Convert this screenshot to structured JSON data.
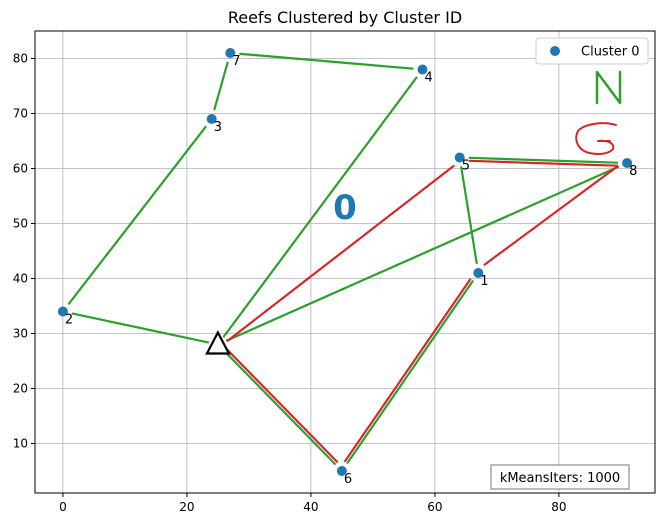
{
  "chart_data": {
    "type": "scatter",
    "title": "Reefs Clustered by Cluster ID",
    "xlabel": "",
    "ylabel": "",
    "xlim": [
      -4.5,
      95.5
    ],
    "ylim": [
      1,
      85
    ],
    "xticks": [
      0,
      20,
      40,
      60,
      80
    ],
    "yticks": [
      10,
      20,
      30,
      40,
      50,
      60,
      70,
      80
    ],
    "grid": true,
    "legend": {
      "placement": "top-right",
      "entries": [
        "Cluster 0"
      ]
    },
    "series": [
      {
        "name": "Cluster 0",
        "color": "#1f77b4",
        "points": [
          {
            "label": "1",
            "x": 67,
            "y": 41
          },
          {
            "label": "2",
            "x": 0,
            "y": 34
          },
          {
            "label": "3",
            "x": 24,
            "y": 69
          },
          {
            "label": "4",
            "x": 58,
            "y": 78
          },
          {
            "label": "5",
            "x": 64,
            "y": 62
          },
          {
            "label": "6",
            "x": 45,
            "y": 5
          },
          {
            "label": "7",
            "x": 27,
            "y": 81
          },
          {
            "label": "8",
            "x": 91,
            "y": 61
          }
        ]
      }
    ],
    "depot": {
      "marker": "triangle",
      "x": 25,
      "y": 28
    },
    "green_route": [
      [
        25,
        28
      ],
      [
        0,
        34
      ],
      [
        24,
        69
      ],
      [
        27,
        81
      ],
      [
        58,
        78
      ],
      [
        25,
        28
      ],
      [
        91,
        61
      ],
      [
        64,
        62
      ],
      [
        67,
        41
      ],
      [
        45,
        5
      ],
      [
        25,
        28
      ]
    ],
    "red_route": [
      [
        25,
        28
      ],
      [
        64,
        62
      ],
      [
        91,
        61
      ],
      [
        67,
        41
      ],
      [
        45,
        5
      ],
      [
        25,
        28
      ]
    ],
    "annotations": {
      "cluster_number": {
        "text": "0",
        "x": 45.5,
        "y": 53,
        "color": "#1f77b4"
      },
      "handwritten": [
        {
          "text": "N",
          "color": "#2ca02c"
        },
        {
          "text": "G",
          "color": "#d62728"
        }
      ],
      "info_box": {
        "text": "kMeansIters: 1000",
        "placement": "bottom-right"
      }
    },
    "colors": {
      "green_route": "#2ca02c",
      "red_route": "#d62728",
      "grid": "#b0b0b0"
    }
  }
}
